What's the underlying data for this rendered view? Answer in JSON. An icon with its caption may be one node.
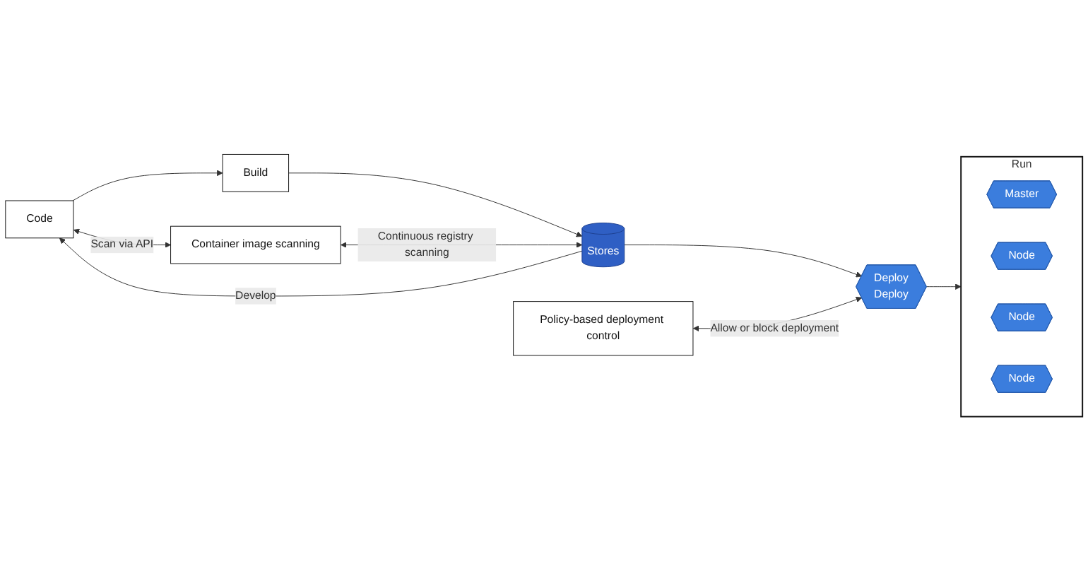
{
  "diagram": {
    "nodes": [
      {
        "text": [
          "Code"
        ]
      },
      {
        "text": [
          "Build"
        ]
      },
      {
        "text": [
          "Stores"
        ]
      },
      {
        "text": [
          "Container image scanning"
        ]
      },
      {
        "text": [
          "Policy-based deployment control"
        ]
      },
      {
        "text": [
          "Deploy",
          "Deploy"
        ]
      },
      {
        "text": [
          "Run"
        ]
      },
      {
        "text": [
          "Master"
        ],
        "in": 6
      },
      {
        "text": [
          "Node"
        ],
        "in": 6
      },
      {
        "text": [
          "Node"
        ],
        "in": 6
      },
      {
        "text": [
          "Node"
        ],
        "in": 6
      }
    ],
    "edges": [
      {
        "from": 0,
        "to": 1,
        "arrow": "to"
      },
      {
        "from": 1,
        "to": 2,
        "arrow": "to"
      },
      {
        "from": 2,
        "to": 0,
        "arrow": "to",
        "label": "Develop"
      },
      {
        "from": 0,
        "to": 3,
        "arrow": "both",
        "label": "Scan via API"
      },
      {
        "from": 3,
        "to": 2,
        "arrow": "both",
        "label": "Continuous registry scanning"
      },
      {
        "from": 2,
        "to": 5,
        "arrow": "to"
      },
      {
        "from": 4,
        "to": 5,
        "arrow": "both",
        "label": "Allow or block deployment"
      },
      {
        "from": 5,
        "to": 6,
        "arrow": "to"
      }
    ]
  }
}
